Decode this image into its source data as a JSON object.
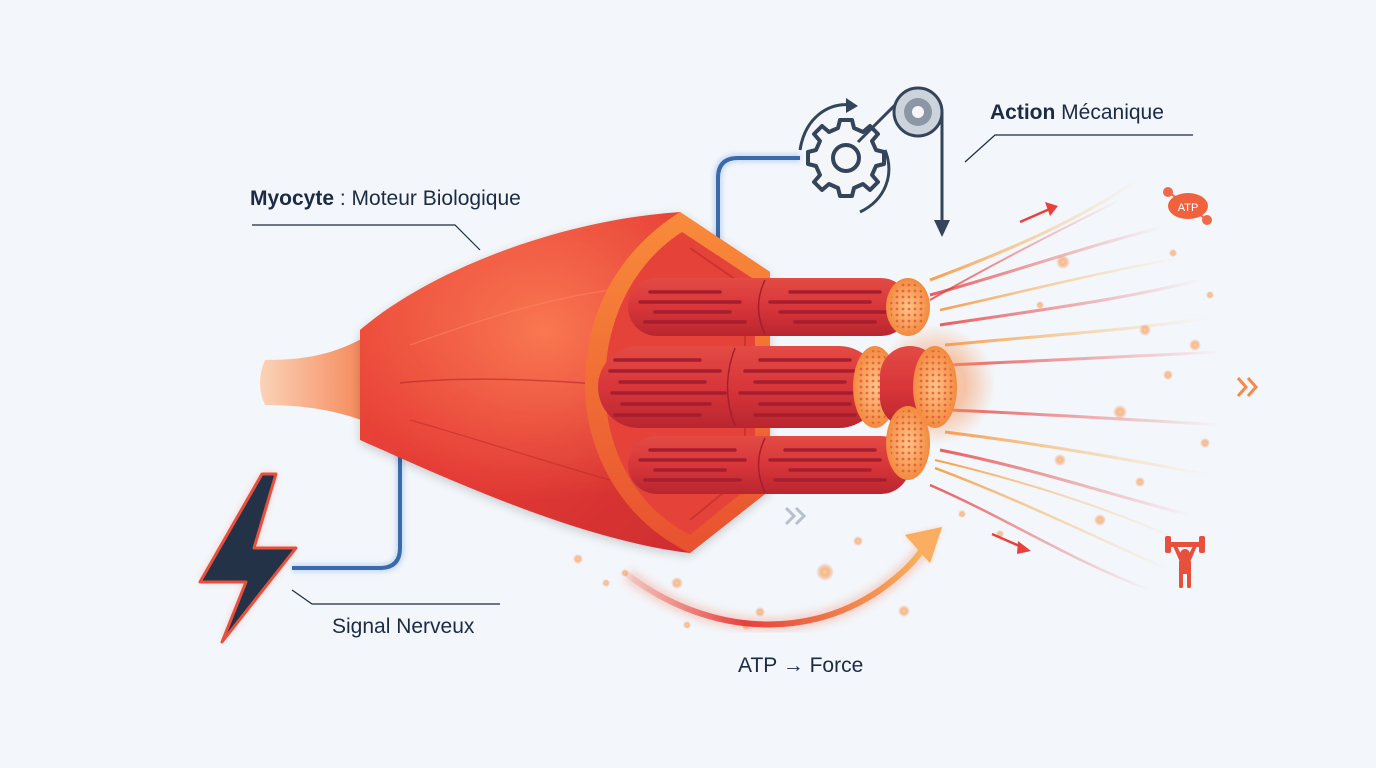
{
  "labels": {
    "myocyte_bold": "Myocyte",
    "myocyte_sep": " : ",
    "myocyte_rest": "Moteur Biologique",
    "action_bold": "Action",
    "action_rest": " Mécanique",
    "signal": "Signal Nerveux",
    "atp_force": "ATP → Force"
  },
  "badges": {
    "atp": "ATP"
  },
  "icons": {
    "gear": "gear-icon",
    "pulley": "pulley-icon",
    "lightning": "lightning-bolt-icon",
    "weightlifter": "weightlifter-icon",
    "chevrons": "double-chevron-icon"
  },
  "colors": {
    "muscle_red": "#e43a35",
    "muscle_orange": "#f5772e",
    "fiber_dark": "#a61e2e",
    "nerve_blue": "#3a6aa8",
    "navy": "#1c2b45",
    "accent_orange": "#f5a14a",
    "background": "#f3f6fa"
  }
}
